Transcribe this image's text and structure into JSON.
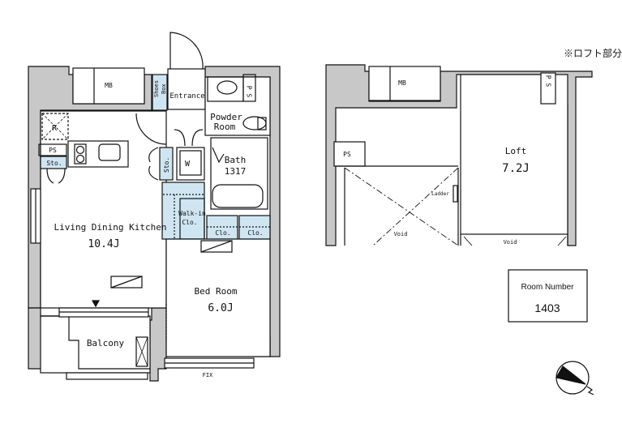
{
  "note": "※ロフト部分",
  "colors": {
    "wall": "#c8c8c8",
    "storage": "#cfe6f2",
    "line": "#111111"
  },
  "floor_main": {
    "rooms": {
      "ldk": {
        "name": "Living Dining Kitchen",
        "size": "10.4J"
      },
      "bedroom": {
        "name": "Bed Room",
        "size": "6.0J"
      },
      "bath": {
        "name": "Bath",
        "size": "1317"
      },
      "powder": {
        "line1": "Powder",
        "line2": "Room"
      },
      "entrance": "Entrance",
      "balcony": "Balcony"
    },
    "labels": {
      "mb": "MB",
      "shoes_line1": "Shoes",
      "shoes_line2": "Box",
      "ps_top": "P S",
      "ps_kitchen": "PS",
      "sto_kitchen": "Sto.",
      "sto_hall": "Sto.",
      "fridge": "R",
      "washer": "W",
      "walkin_line1": "Walk-in",
      "walkin_line2": "Clo.",
      "clo1": "Clo.",
      "clo2": "Clo.",
      "fix": "FIX"
    }
  },
  "floor_loft": {
    "loft": {
      "name": "Loft",
      "size": "7.2J"
    },
    "labels": {
      "mb": "MB",
      "ps_left": "PS",
      "ps_right": "P S",
      "ladder": "Ladder",
      "void1": "Void",
      "void2": "Void"
    }
  },
  "room_number": {
    "label": "Room Number",
    "value": "1403"
  },
  "compass": {
    "direction": "N"
  }
}
